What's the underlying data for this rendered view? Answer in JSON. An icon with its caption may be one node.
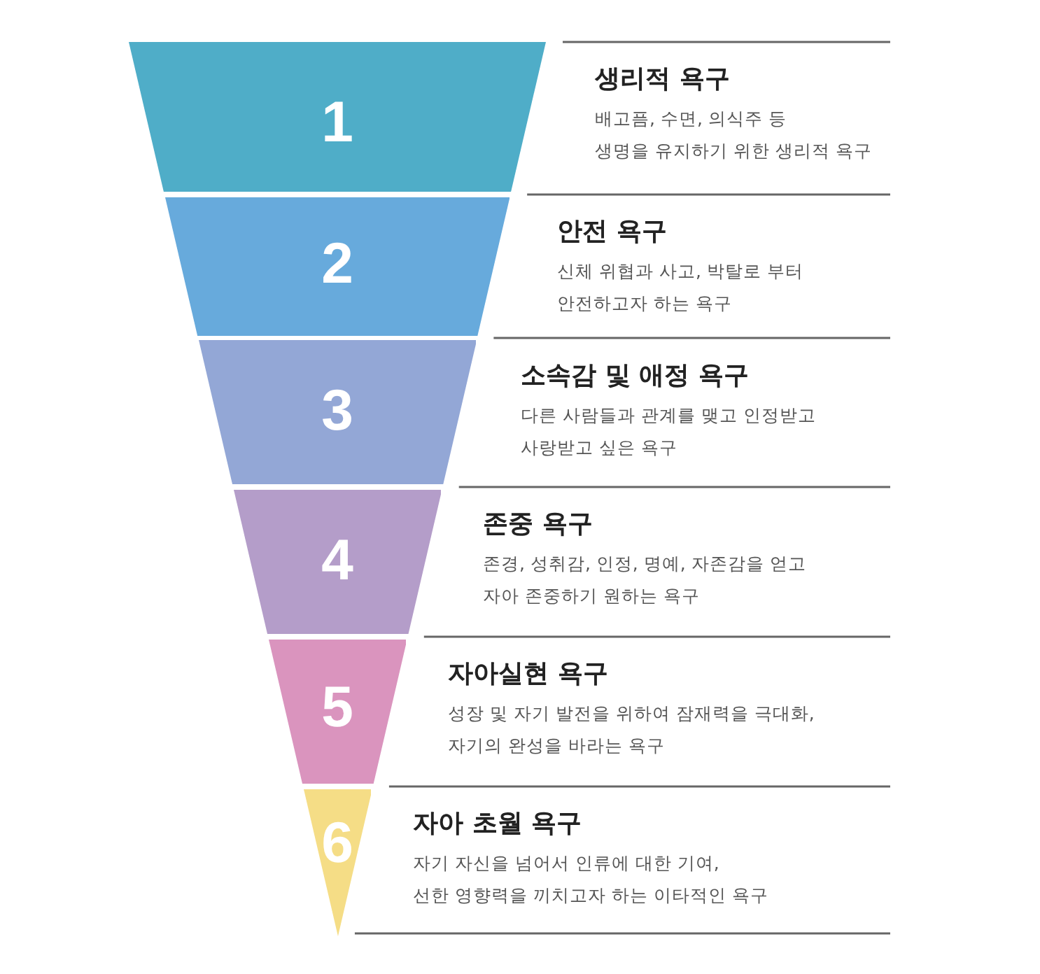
{
  "diagram": {
    "nodes": [
      {
        "text": [
          "1"
        ],
        "beside": [
          "생리적 욕구",
          "배고픔, 수면, 의식주 등 생명을 유지하기 위한 생리적 욕구"
        ]
      },
      {
        "text": [
          "2"
        ],
        "beside": [
          "안전 욕구",
          "신체 위협과 사고, 박탈로 부터 안전하고자 하는 욕구"
        ]
      },
      {
        "text": [
          "3"
        ],
        "beside": [
          "소속감 및 애정 욕구",
          "다른 사람들과 관계를 맺고 인정받고 사랑받고 싶은 욕구"
        ]
      },
      {
        "text": [
          "4"
        ],
        "beside": [
          "존중 욕구",
          "존경, 성취감, 인정, 명예, 자존감을 얻고 자아 존중하기 원하는 욕구"
        ]
      },
      {
        "text": [
          "5"
        ],
        "beside": [
          "자아실현 욕구",
          "성장 및 자기 발전을 위하여 잠재력을 극대화, 자기의 완성을 바라는 욕구"
        ]
      },
      {
        "text": [
          "6"
        ],
        "beside": [
          "자아 초월 욕구",
          "자기 자신을 넘어서 인류에 대한 기여, 선한 영향력을 끼치고자 하는 이타적인 욕구"
        ]
      }
    ]
  }
}
